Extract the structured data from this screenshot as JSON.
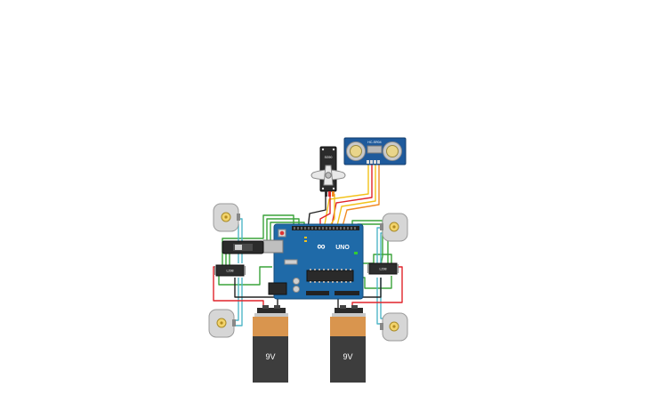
{
  "components": {
    "arduino": {
      "brand": "UNO",
      "logo": "∞"
    },
    "servo": {
      "label": "SG90"
    },
    "ultrasonic": {
      "label": "HC-SR04"
    },
    "drivers": [
      {
        "label": "L298"
      },
      {
        "label": "L298"
      }
    ],
    "batteries": [
      {
        "label": "9V"
      },
      {
        "label": "9V"
      }
    ]
  },
  "colors": {
    "wire_red": "#e0242b",
    "wire_black": "#222222",
    "wire_green": "#3aa33a",
    "wire_cyan": "#4fb6c7",
    "wire_yellow": "#f2c21b",
    "wire_orange": "#f08a24",
    "board_blue": "#1f6aa8",
    "battery_orange": "#d9954e",
    "battery_body": "#3d3d3d"
  }
}
